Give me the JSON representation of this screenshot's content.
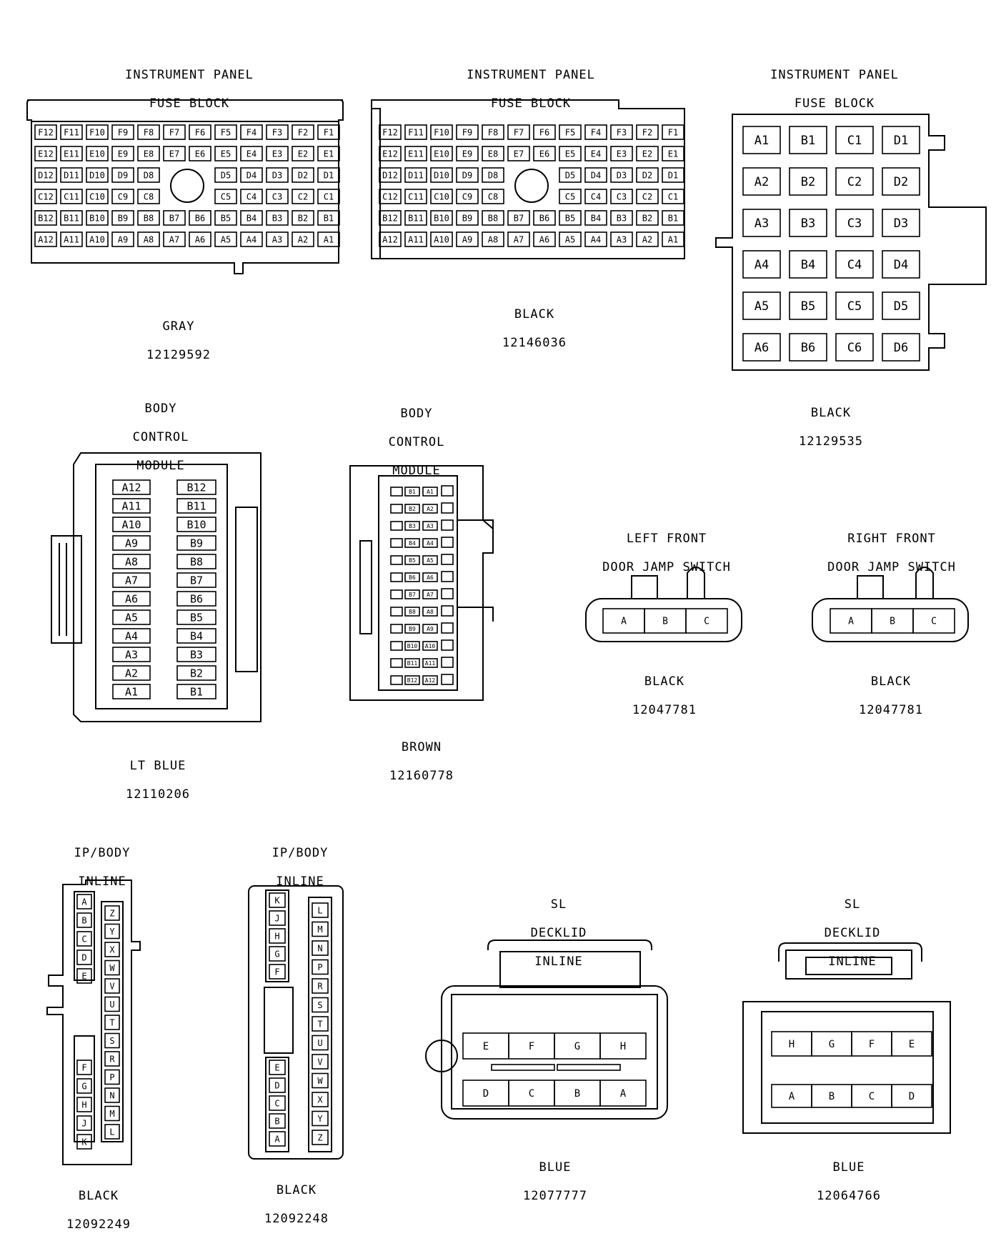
{
  "connectors": [
    {
      "title": [
        "INSTRUMENT PANEL",
        "FUSE BLOCK"
      ],
      "color": "GRAY",
      "part": "12129592"
    },
    {
      "title": [
        "INSTRUMENT PANEL",
        "FUSE BLOCK"
      ],
      "color": "BLACK",
      "part": "12146036"
    },
    {
      "title": [
        "INSTRUMENT PANEL",
        "FUSE BLOCK"
      ],
      "color": "BLACK",
      "part": "12129535"
    },
    {
      "title": [
        "BODY",
        "CONTROL",
        "MODULE"
      ],
      "color": "LT BLUE",
      "part": "12110206"
    },
    {
      "title": [
        "BODY",
        "CONTROL",
        "MODULE"
      ],
      "color": "BROWN",
      "part": "12160778"
    },
    {
      "title": [
        "LEFT FRONT",
        "DOOR JAMP SWITCH"
      ],
      "color": "BLACK",
      "part": "12047781"
    },
    {
      "title": [
        "RIGHT FRONT",
        "DOOR JAMP SWITCH"
      ],
      "color": "BLACK",
      "part": "12047781"
    },
    {
      "title": [
        "IP/BODY",
        "INLINE"
      ],
      "color": "BLACK",
      "part": "12092249"
    },
    {
      "title": [
        "IP/BODY",
        "INLINE"
      ],
      "color": "BLACK",
      "part": "12092248"
    },
    {
      "title": [
        "SL",
        "DECKLID",
        "INLINE"
      ],
      "color": "BLUE",
      "part": "12077777"
    },
    {
      "title": [
        "SL",
        "DECKLID",
        "INLINE"
      ],
      "color": "BLUE",
      "part": "12064766"
    }
  ],
  "fuse_grid": {
    "rows": [
      [
        "F12",
        "F11",
        "F10",
        "F9",
        "F8",
        "F7",
        "F6",
        "F5",
        "F4",
        "F3",
        "F2",
        "F1"
      ],
      [
        "E12",
        "E11",
        "E10",
        "E9",
        "E8",
        "E7",
        "E6",
        "E5",
        "E4",
        "E3",
        "E2",
        "E1"
      ],
      [
        "D12",
        "D11",
        "D10",
        "D9",
        "D8",
        "",
        "",
        "D5",
        "D4",
        "D3",
        "D2",
        "D1"
      ],
      [
        "C12",
        "C11",
        "C10",
        "C9",
        "C8",
        "",
        "",
        "C5",
        "C4",
        "C3",
        "C2",
        "C1"
      ],
      [
        "B12",
        "B11",
        "B10",
        "B9",
        "B8",
        "B7",
        "B6",
        "B5",
        "B4",
        "B3",
        "B2",
        "B1"
      ],
      [
        "A12",
        "A11",
        "A10",
        "A9",
        "A8",
        "A7",
        "A6",
        "A5",
        "A4",
        "A3",
        "A2",
        "A1"
      ]
    ]
  },
  "six_by_four": {
    "rows": [
      [
        "A1",
        "B1",
        "C1",
        "D1"
      ],
      [
        "A2",
        "B2",
        "C2",
        "D2"
      ],
      [
        "A3",
        "B3",
        "C3",
        "D3"
      ],
      [
        "A4",
        "B4",
        "C4",
        "D4"
      ],
      [
        "A5",
        "B5",
        "C5",
        "D5"
      ],
      [
        "A6",
        "B6",
        "C6",
        "D6"
      ]
    ]
  },
  "bcm_lt_blue": {
    "col_a": [
      "A12",
      "A11",
      "A10",
      "A9",
      "A8",
      "A7",
      "A6",
      "A5",
      "A4",
      "A3",
      "A2",
      "A1"
    ],
    "col_b": [
      "B12",
      "B11",
      "B10",
      "B9",
      "B8",
      "B7",
      "B6",
      "B5",
      "B4",
      "B3",
      "B2",
      "B1"
    ]
  },
  "bcm_brown": {
    "col_b": [
      "B1",
      "B2",
      "B3",
      "B4",
      "B5",
      "B6",
      "B7",
      "B8",
      "B9",
      "B10",
      "B11",
      "B12"
    ],
    "col_a": [
      "A1",
      "A2",
      "A3",
      "A4",
      "A5",
      "A6",
      "A7",
      "A8",
      "A9",
      "A10",
      "A11",
      "A12"
    ]
  },
  "door_switch": {
    "pins": [
      "A",
      "B",
      "C"
    ]
  },
  "inline_249": {
    "left_top": [
      "A",
      "B",
      "C",
      "D",
      "E"
    ],
    "left_bottom": [
      "F",
      "G",
      "H",
      "J",
      "K"
    ],
    "right": [
      "Z",
      "Y",
      "X",
      "W",
      "V",
      "U",
      "T",
      "S",
      "R",
      "P",
      "N",
      "M",
      "L"
    ]
  },
  "inline_248": {
    "left_top": [
      "K",
      "J",
      "H",
      "G",
      "F"
    ],
    "left_bottom": [
      "E",
      "D",
      "C",
      "B",
      "A"
    ],
    "right": [
      "L",
      "M",
      "N",
      "P",
      "R",
      "S",
      "T",
      "U",
      "V",
      "W",
      "X",
      "Y",
      "Z"
    ]
  },
  "decklid_777": {
    "top": [
      "E",
      "F",
      "G",
      "H"
    ],
    "bottom": [
      "D",
      "C",
      "B",
      "A"
    ]
  },
  "decklid_766": {
    "top": [
      "H",
      "G",
      "F",
      "E"
    ],
    "bottom": [
      "A",
      "B",
      "C",
      "D"
    ]
  }
}
